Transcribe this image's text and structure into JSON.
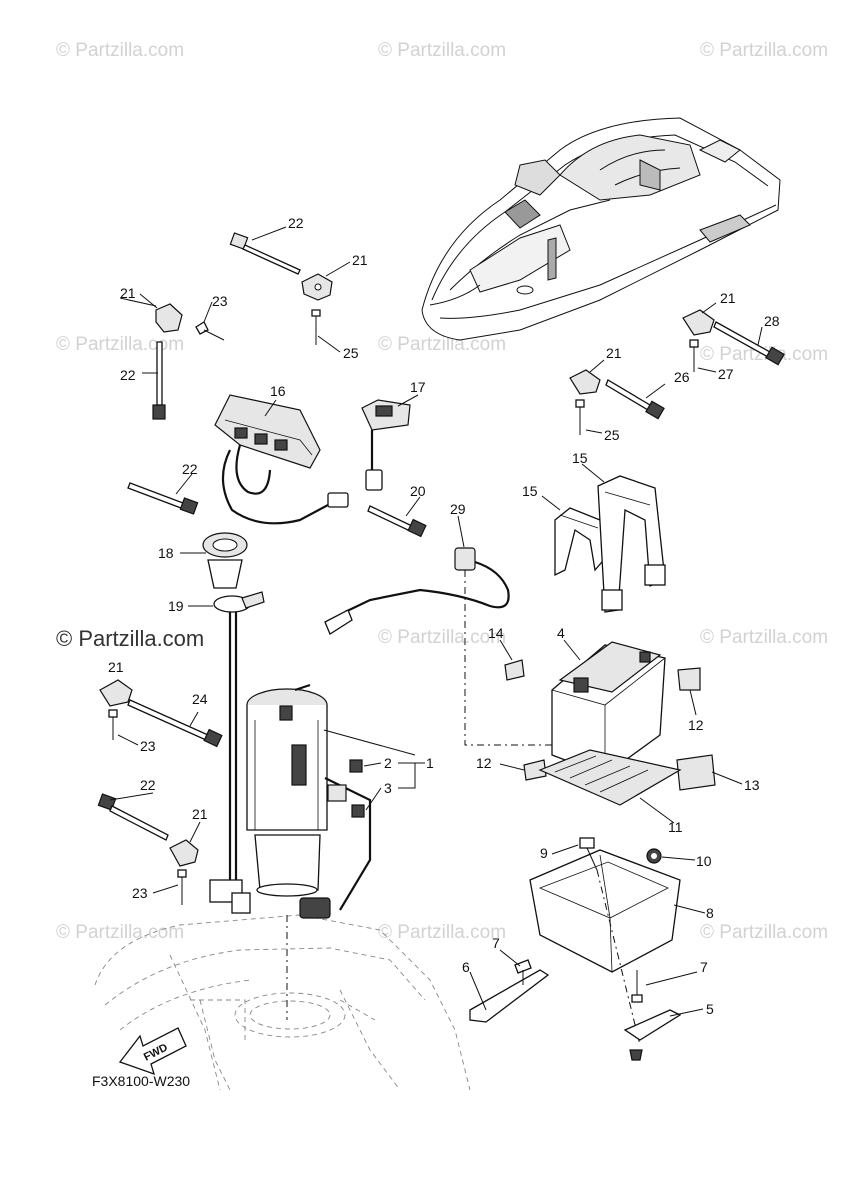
{
  "watermark": {
    "text": "© Partzilla.com",
    "prominent_text": "© Partzilla.com"
  },
  "diagram_code": "F3X8100-W230",
  "fwd_label": "FWD",
  "callouts": {
    "c1": "1",
    "c2": "2",
    "c3": "3",
    "c4": "4",
    "c5": "5",
    "c6": "6",
    "c7a": "7",
    "c7b": "7",
    "c8": "8",
    "c9": "9",
    "c10": "10",
    "c11": "11",
    "c12a": "12",
    "c12b": "12",
    "c13": "13",
    "c14": "14",
    "c15a": "15",
    "c15b": "15",
    "c16": "16",
    "c17": "17",
    "c18": "18",
    "c19": "19",
    "c20": "20",
    "c21a": "21",
    "c21b": "21",
    "c21c": "21",
    "c21d": "21",
    "c21e": "21",
    "c21f": "21",
    "c22a": "22",
    "c22b": "22",
    "c22c": "22",
    "c22d": "22",
    "c23a": "23",
    "c23b": "23",
    "c23c": "23",
    "c24": "24",
    "c25a": "25",
    "c25b": "25",
    "c26": "26",
    "c27": "27",
    "c28": "28",
    "c29": "29"
  }
}
